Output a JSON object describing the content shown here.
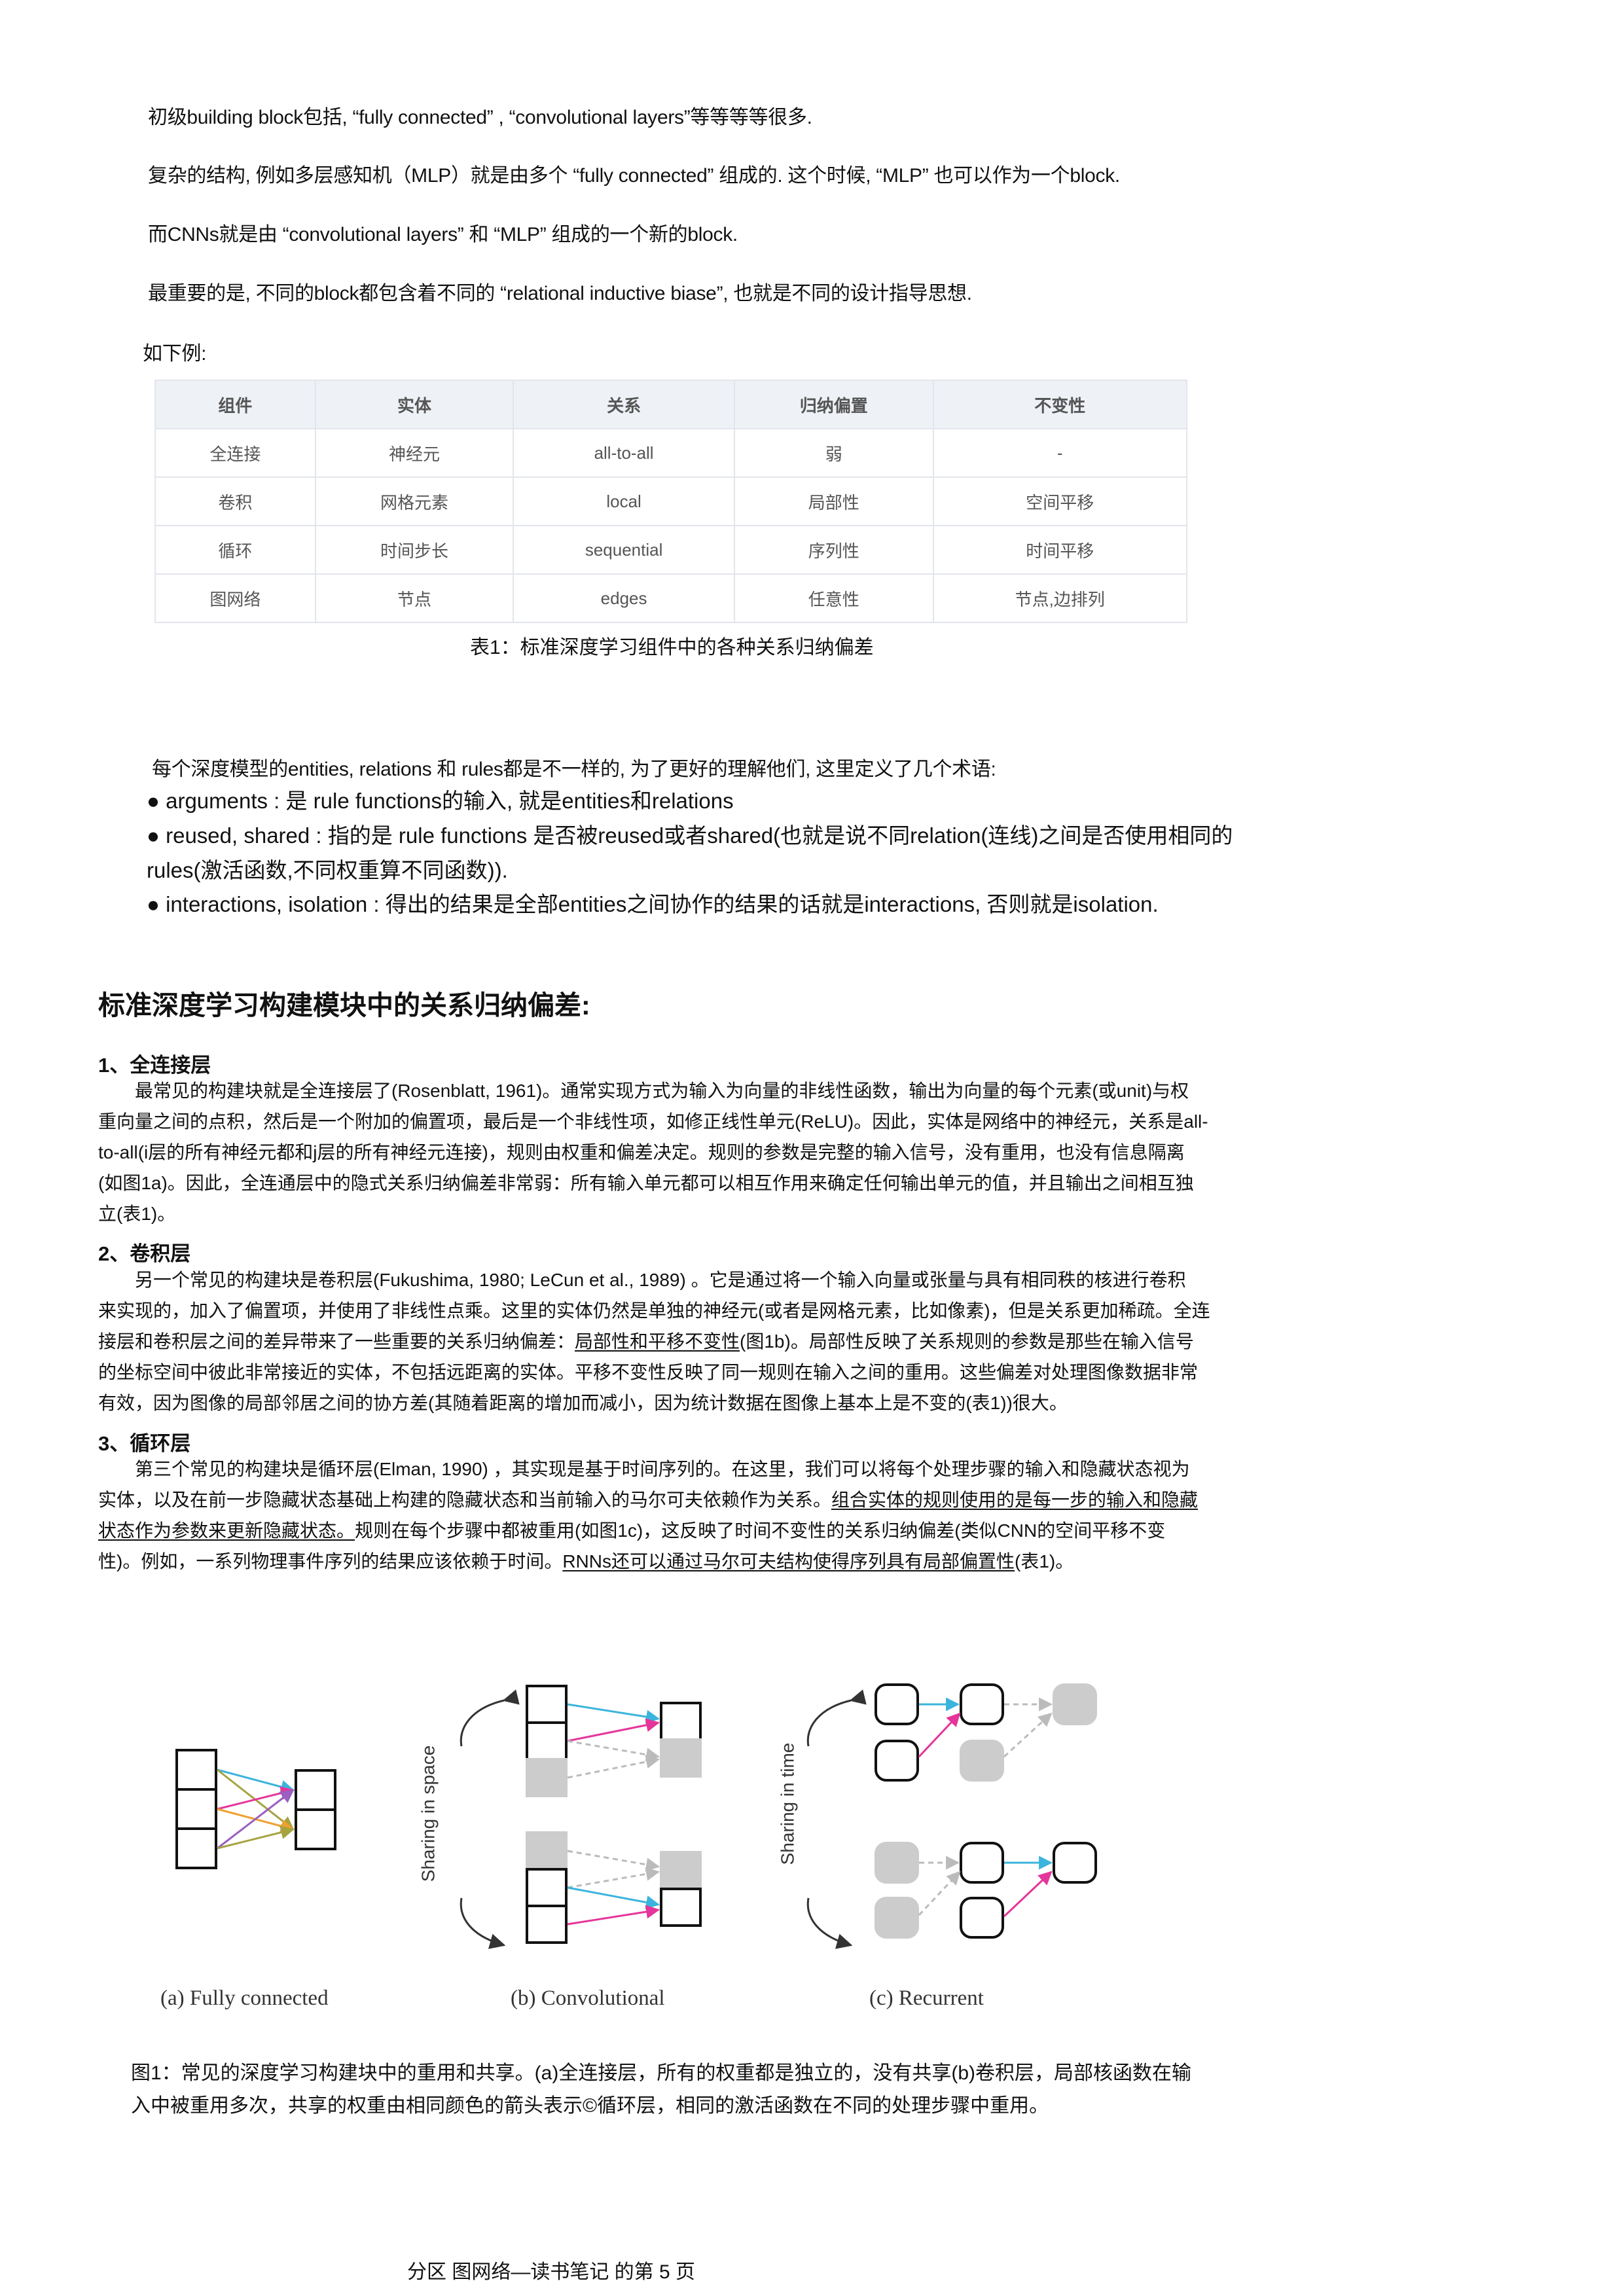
{
  "intro": [
    "初级building block包括, “fully connected” , “convolutional layers”等等等等很多.",
    "复杂的结构, 例如多层感知机（MLP）就是由多个 “fully connected” 组成的. 这个时候, “MLP” 也可以作为一个block.",
    "而CNNs就是由 “convolutional layers” 和 “MLP” 组成的一个新的block.",
    "最重要的是, 不同的block都包含着不同的 “relational inductive biase”, 也就是不同的设计指导思想.",
    "如下例:"
  ],
  "table": {
    "headers": [
      "组件",
      "实体",
      "关系",
      "归纳偏置",
      "不变性"
    ],
    "rows": [
      [
        "全连接",
        "神经元",
        "all-to-all",
        "弱",
        "-"
      ],
      [
        "卷积",
        "网格元素",
        "local",
        "局部性",
        "空间平移"
      ],
      [
        "循环",
        "时间步长",
        "sequential",
        "序列性",
        "时间平移"
      ],
      [
        "图网络",
        "节点",
        "edges",
        "任意性",
        "节点,边排列"
      ]
    ],
    "caption": "表1：标准深度学习组件中的各种关系归纳偏差"
  },
  "terms": {
    "intro": "每个深度模型的entities, relations 和 rules都是不一样的, 为了更好的理解他们, 这里定义了几个术语:",
    "b1": "● arguments : 是 rule functions的输入, 就是entities和relations",
    "b2a": "● reused, shared : 指的是 rule functions 是否被reused或者shared(也就是说不同relation(连线)之间是否使用相同的",
    "b2b": "rules(激活函数,不同权重算不同函数)).",
    "b3": "● interactions, isolation : 得出的结果是全部entities之间协作的结果的话就是interactions, 否则就是isolation."
  },
  "section_title": "标准深度学习构建模块中的关系归纳偏差:",
  "s1": {
    "heading": "1、全连接层",
    "l1": "最常见的构建块就是全连接层了(Rosenblatt, 1961)。通常实现方式为输入为向量的非线性函数，输出为向量的每个元素(或unit)与权",
    "l2": "重向量之间的点积，然后是一个附加的偏置项，最后是一个非线性项，如修正线性单元(ReLU)。因此，实体是网络中的神经元，关系是all-",
    "l3": "to-all(i层的所有神经元都和j层的所有神经元连接)，规则由权重和偏差决定。规则的参数是完整的输入信号，没有重用，也没有信息隔离",
    "l4": "(如图1a)。因此，全连通层中的隐式关系归纳偏差非常弱：所有输入单元都可以相互作用来确定任何输出单元的值，并且输出之间相互独",
    "l5": "立(表1)。"
  },
  "s2": {
    "heading": "2、卷积层",
    "l1": "另一个常见的构建块是卷积层(Fukushima, 1980; LeCun et al., 1989) 。它是通过将一个输入向量或张量与具有相同秩的核进行卷积",
    "l2": "来实现的，加入了偏置项，并使用了非线性点乘。这里的实体仍然是单独的神经元(或者是网格元素，比如像素)，但是关系更加稀疏。全连",
    "l3a": "接层和卷积层之间的差异带来了一些重要的关系归纳偏差：",
    "l3u": "局部性和平移不变性",
    "l3b": "(图1b)。局部性反映了关系规则的参数是那些在输入信号",
    "l4": "的坐标空间中彼此非常接近的实体，不包括远距离的实体。平移不变性反映了同一规则在输入之间的重用。这些偏差对处理图像数据非常",
    "l5": "有效，因为图像的局部邻居之间的协方差(其随着距离的增加而减小，因为统计数据在图像上基本上是不变的(表1))很大。"
  },
  "s3": {
    "heading": "3、循环层",
    "l1": "第三个常见的构建块是循环层(Elman, 1990) ，其实现是基于时间序列的。在这里，我们可以将每个处理步骤的输入和隐藏状态视为",
    "l2a": "实体，以及在前一步隐藏状态基础上构建的隐藏状态和当前输入的马尔可夫依赖作为关系。",
    "l2u": "组合实体的规则使用的是每一步的输入和隐藏",
    "l3u": "状态作为参数来更新隐藏状态。",
    "l3b": "规则在每个步骤中都被重用(如图1c)，这反映了时间不变性的关系归纳偏差(类似CNN的空间平移不变",
    "l4a": "性)。例如，一系列物理事件序列的结果应该依赖于时间。",
    "l4u": "RNNs还可以通过马尔可夫结构使得序列具有局部偏置性",
    "l4b": "(表1)。"
  },
  "figure": {
    "label_a": "(a) Fully connected",
    "label_b": "(b) Convolutional",
    "label_c": "(c) Recurrent",
    "side_b": "Sharing in space",
    "side_c": "Sharing in time",
    "colors": {
      "cyan": "#3bb4dc",
      "magenta": "#e5359a",
      "olive": "#a6a340",
      "orange": "#f0a030",
      "purple": "#9a5fc0",
      "gray": "#bbbbbb",
      "fill_gray": "#cccccc"
    },
    "caption_l1": "图1：常见的深度学习构建块中的重用和共享。(a)全连接层，所有的权重都是独立的，没有共享(b)卷积层，局部核函数在输",
    "caption_l2": "入中被重用多次，共享的权重由相同颜色的箭头表示©循环层，相同的激活函数在不同的处理步骤中重用。"
  },
  "footer": "分区 图网络—读书笔记 的第 5 页"
}
